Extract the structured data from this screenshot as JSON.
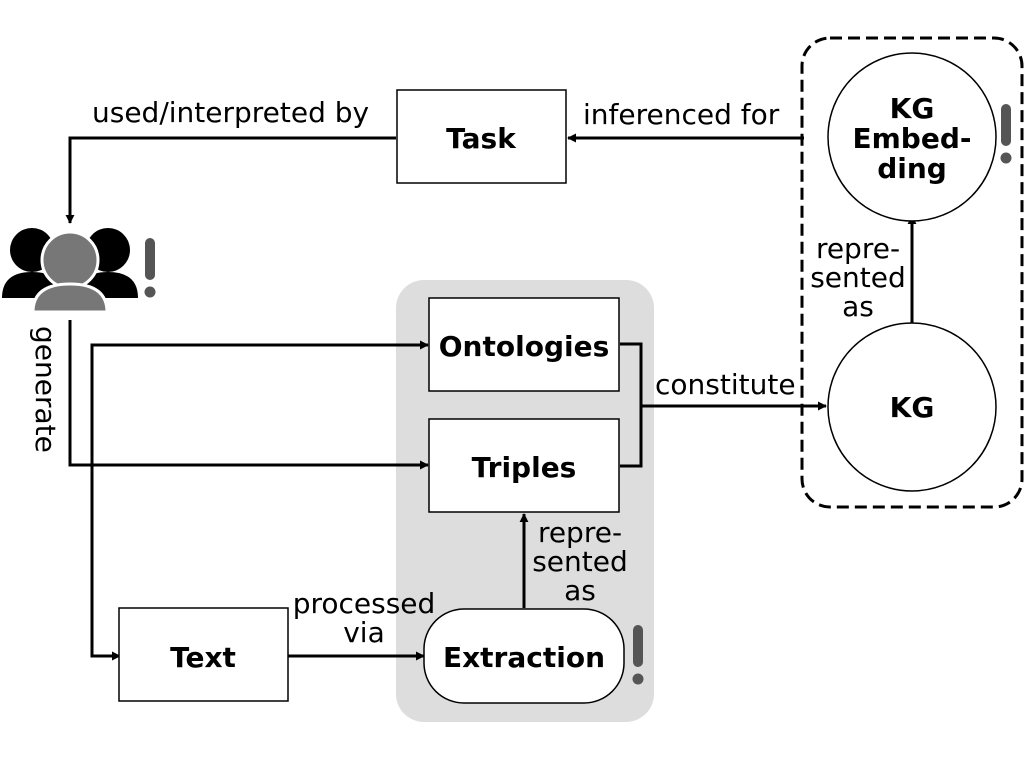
{
  "nodes": {
    "task": "Task",
    "kg_embedding": [
      "KG",
      "Embed-",
      "ding"
    ],
    "ontologies": "Ontologies",
    "triples": "Triples",
    "kg": "KG",
    "text": "Text",
    "extraction": "Extraction"
  },
  "edges": {
    "used_interpreted_by": "used/interpreted by",
    "inferenced_for": "inferenced for",
    "generate": "generate",
    "constitute": "constitute",
    "represented_as_kg": [
      "repre-",
      "sented",
      "as"
    ],
    "represented_as_triples": [
      "repre-",
      "sented",
      "as"
    ],
    "processed_via": [
      "processed",
      "via"
    ]
  },
  "icons": {
    "users": "users-group-icon",
    "alert": "exclamation-icon"
  },
  "colors": {
    "group_background": "#dddddd",
    "users_dark": "#000000",
    "users_front": "#777777",
    "exclamation": "#555555"
  }
}
